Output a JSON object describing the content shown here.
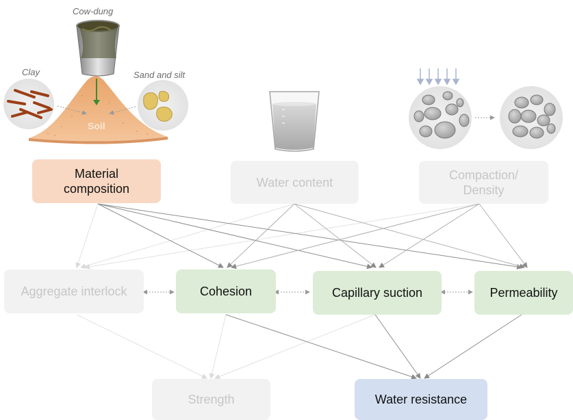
{
  "illustrations": {
    "cow_dung_label": "Cow-dung",
    "clay_label": "Clay",
    "sand_silt_label": "Sand and silt",
    "soil_label": "Soil"
  },
  "factors": {
    "material_composition": "Material\ncomposition",
    "water_content": "Water content",
    "compaction_density": "Compaction/\nDensity"
  },
  "mechanisms": {
    "aggregate_interlock": "Aggregate interlock",
    "cohesion": "Cohesion",
    "capillary_suction": "Capillary suction",
    "permeability": "Permeability"
  },
  "outcomes": {
    "strength": "Strength",
    "water_resistance": "Water resistance"
  },
  "colors": {
    "material": "#f9d8c3",
    "mechanism_active": "#dcecd6",
    "outcome_active": "#d3dff0",
    "inactive": "#f2f2f2",
    "inactive_text": "#c6c6c6",
    "soil": "#f2b98a",
    "dark_arrow": "#8a8a8a",
    "light_arrow": "#dedede"
  }
}
